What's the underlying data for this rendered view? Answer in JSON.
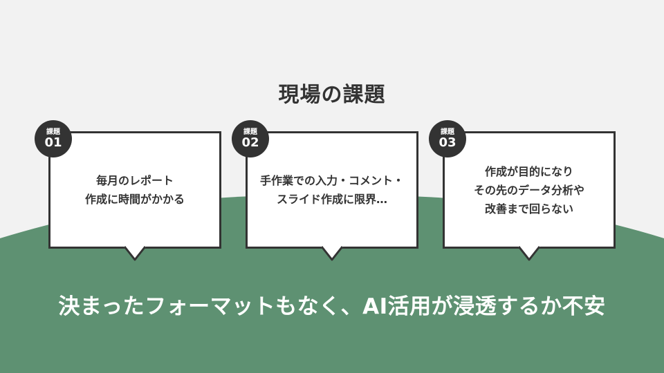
{
  "slide": {
    "title": "現場の課題",
    "background_color": "#f2f2f2",
    "hill_color": "#5e9172",
    "dark_color": "#333333"
  },
  "cards": [
    {
      "badge_label": "課題",
      "badge_number": "01",
      "lines": [
        "毎月のレポート",
        "作成に時間がかかる"
      ]
    },
    {
      "badge_label": "課題",
      "badge_number": "02",
      "lines": [
        "手作業での入力・コメント・",
        "スライド作成に限界…"
      ]
    },
    {
      "badge_label": "課題",
      "badge_number": "03",
      "lines": [
        "作成が目的になり",
        "その先のデータ分析や",
        "改善まで回らない"
      ]
    }
  ],
  "bottom_message": "決まったフォーマットもなく、AI活用が浸透するか不安"
}
